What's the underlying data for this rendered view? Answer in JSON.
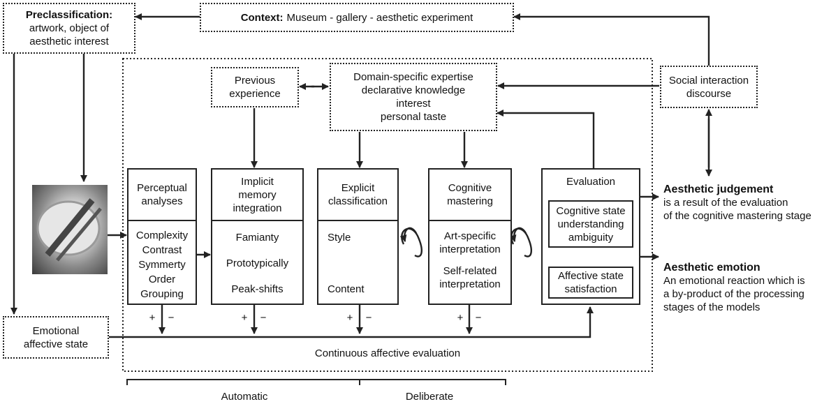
{
  "preclass": {
    "title": "Preclassification:",
    "line1": "artwork, object of",
    "line2": "aesthetic interest"
  },
  "context": {
    "title": "Context:",
    "text": "Museum - gallery - aesthetic experiment"
  },
  "previous": {
    "line1": "Previous",
    "line2": "experience"
  },
  "expertise": {
    "line1": "Domain-specific expertise",
    "line2": "declarative knowledge",
    "line3": "interest",
    "line4": "personal taste"
  },
  "social": {
    "line1": "Social interaction",
    "line2": "discourse"
  },
  "stages": {
    "perceptual": {
      "head1": "Perceptual",
      "head2": "analyses",
      "items": [
        "Complexity",
        "Contrast",
        "Symmerty",
        "Order",
        "Grouping"
      ]
    },
    "implicit": {
      "head1": "Implicit",
      "head2": "memory",
      "head3": "integration",
      "items": [
        "Famianty",
        "Prototypically",
        "Peak-shifts"
      ]
    },
    "explicit": {
      "head1": "Explicit",
      "head2": "classification",
      "items": [
        "Style",
        "Content"
      ]
    },
    "cognitive": {
      "head1": "Cognitive",
      "head2": "mastering",
      "item1a": "Art-specific",
      "item1b": "interpretation",
      "item2a": "Self-related",
      "item2b": "interpretation"
    },
    "evaluation": {
      "head": "Evaluation",
      "cog1": "Cognitive state",
      "cog2": "understanding",
      "cog3": "ambiguity",
      "aff1": "Affective state",
      "aff2": "satisfaction"
    }
  },
  "signs": {
    "plus": "+",
    "minus": "−"
  },
  "emotional": {
    "line1": "Emotional",
    "line2": "affective state"
  },
  "continuous": "Continuous affective evaluation",
  "judgement": {
    "title": "Aesthetic judgement",
    "line1": "is a result of the evaluation",
    "line2": "of the cognitive mastering stage"
  },
  "emotion": {
    "title": "Aesthetic emotion",
    "line1": "An emotional reaction which is",
    "line2": "a by-product of the processing",
    "line3": "stages of the models"
  },
  "bottom": {
    "automatic": "Automatic",
    "deliberate": "Deliberate"
  },
  "colors": {
    "ink": "#222222",
    "paper": "#ffffff"
  }
}
